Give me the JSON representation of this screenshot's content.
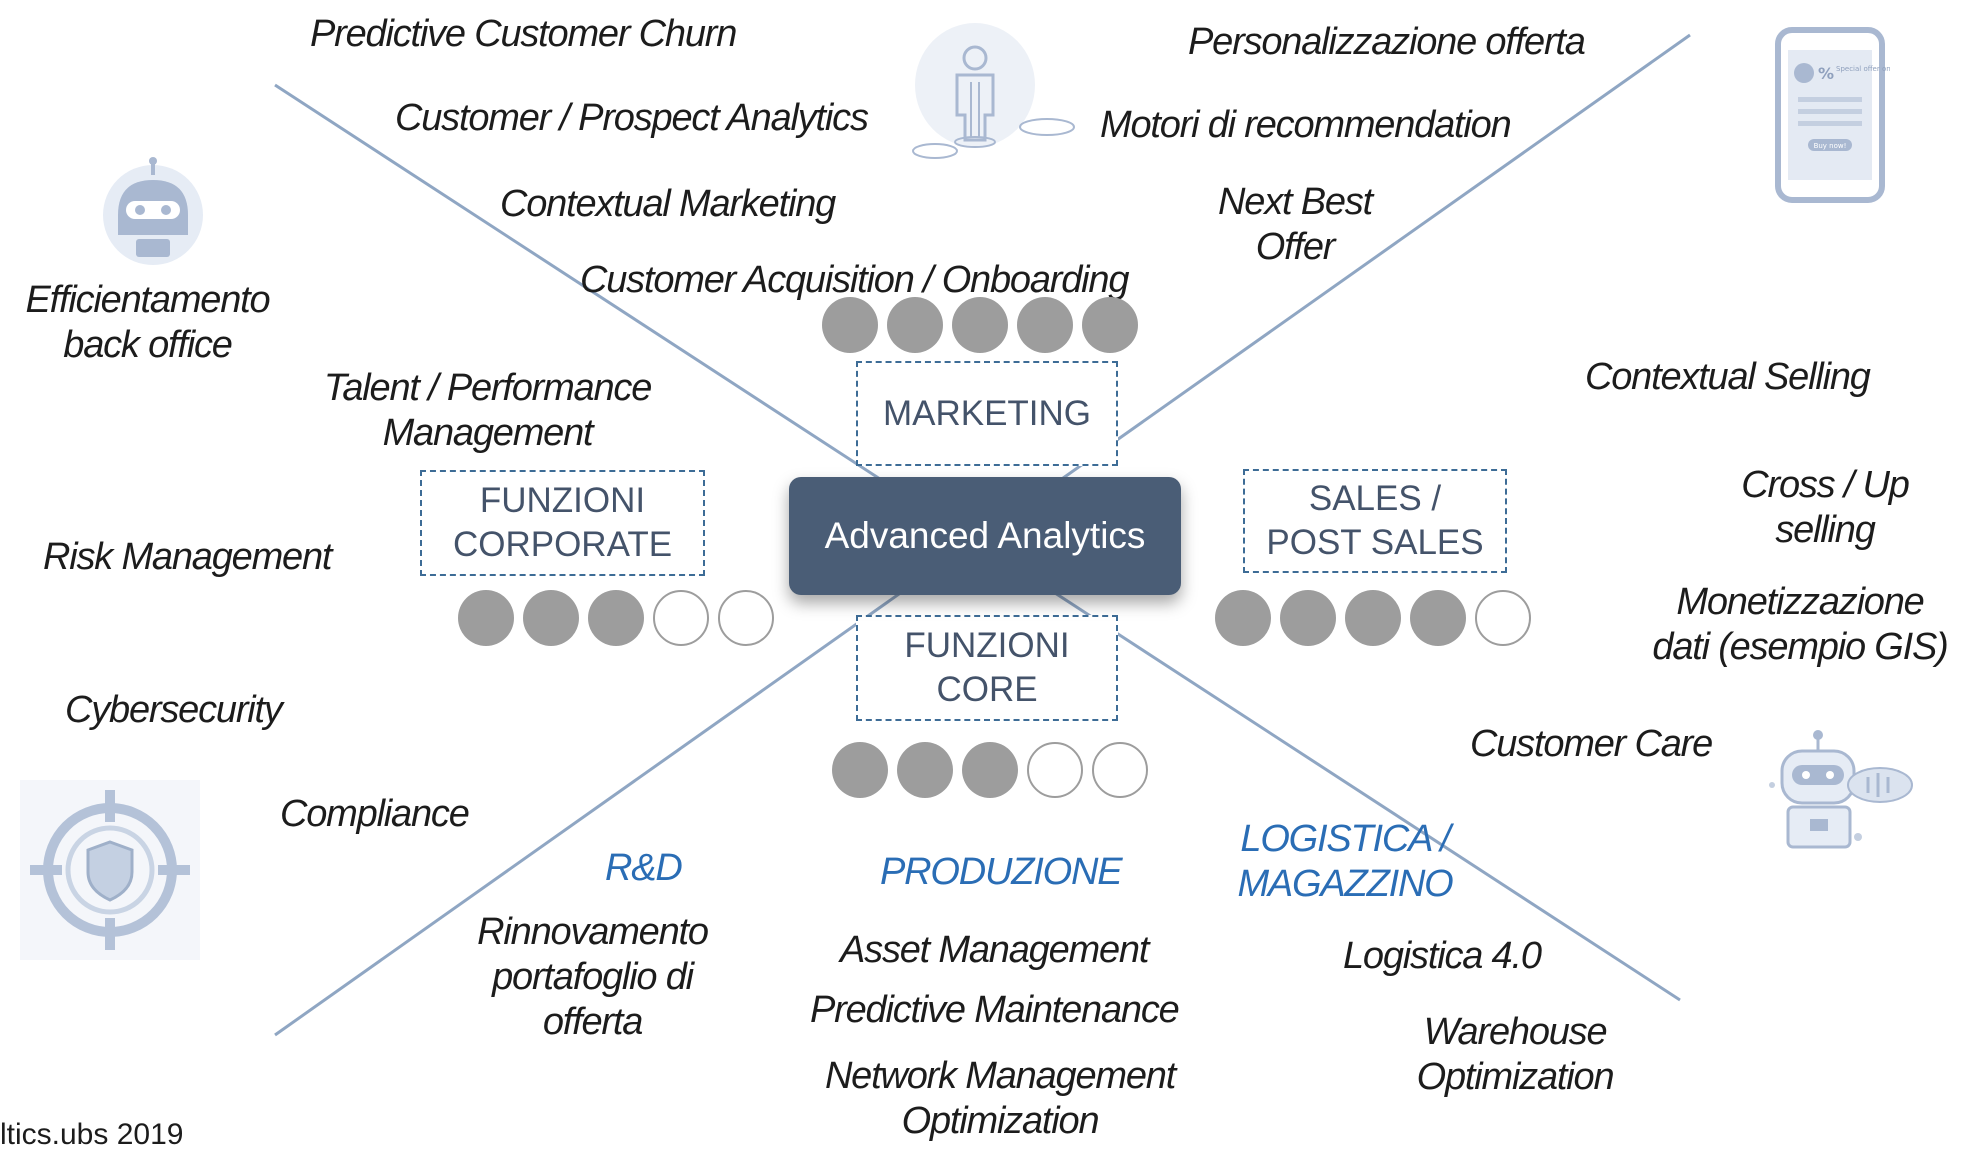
{
  "center_label": "Advanced Analytics",
  "areas": {
    "marketing": {
      "label": "MARKETING",
      "dots": [
        1,
        1,
        1,
        1,
        1
      ]
    },
    "corporate": {
      "line1": "FUNZIONI",
      "line2": "CORPORATE",
      "dots": [
        1,
        1,
        1,
        0,
        0
      ]
    },
    "sales": {
      "line1": "SALES /",
      "line2": "POST SALES",
      "dots": [
        1,
        1,
        1,
        1,
        0
      ]
    },
    "core": {
      "line1": "FUNZIONI",
      "line2": "CORE",
      "dots": [
        1,
        1,
        1,
        0,
        0
      ]
    }
  },
  "labels": {
    "predictive_churn": "Predictive Customer Churn",
    "customer_prospect": "Customer / Prospect Analytics",
    "contextual_marketing": "Contextual Marketing",
    "customer_acquisition": "Customer Acquisition / Onboarding",
    "personalizzazione": "Personalizzazione offerta",
    "motori": "Motori di recommendation",
    "next_best_1": "Next Best",
    "next_best_2": "Offer",
    "efficientamento_1": "Efficientamento",
    "efficientamento_2": "back office",
    "talent_1": "Talent / Performance",
    "talent_2": "Management",
    "risk": "Risk Management",
    "cybersecurity": "Cybersecurity",
    "compliance": "Compliance",
    "contextual_selling": "Contextual Selling",
    "cross_up_1": "Cross / Up",
    "cross_up_2": "selling",
    "monetizzazione_1": "Monetizzazione",
    "monetizzazione_2": "dati (esempio GIS)",
    "customer_care": "Customer Care",
    "rd": "R&D",
    "produzione": "PRODUZIONE",
    "logistica_mag_1": "LOGISTICA /",
    "logistica_mag_2": "MAGAZZINO",
    "rinnovamento_1": "Rinnovamento",
    "rinnovamento_2": "portafoglio di",
    "rinnovamento_3": "offerta",
    "asset": "Asset Management",
    "predictive_maint": "Predictive Maintenance",
    "network_1": "Network Management",
    "network_2": "Optimization",
    "logistica40": "Logistica 4.0",
    "warehouse_1": "Warehouse",
    "warehouse_2": "Optimization"
  },
  "phone": {
    "offer_text": "Special offer only for you!",
    "button_text": "Buy now!"
  },
  "footer": "ltics.ubs 2019",
  "colors": {
    "line": "#8fa6c3",
    "center": "#4a5d76",
    "dot_filled": "#9d9d9d",
    "box_border": "#3d6c96",
    "blue_label": "#2a6db5",
    "icon": "#a9b8d1"
  }
}
